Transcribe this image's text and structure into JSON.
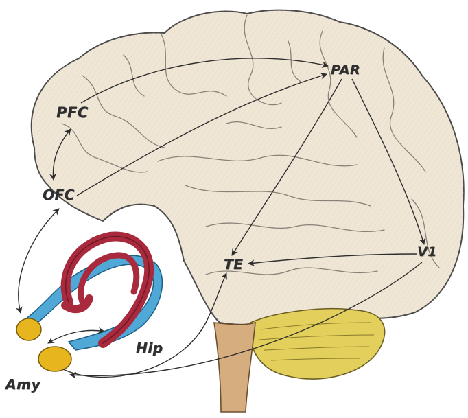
{
  "diagram": {
    "nodes": {
      "pfc": "PFC",
      "ofc": "OFC",
      "par": "PAR",
      "te": "TE",
      "v1": "V1",
      "hip": "Hip",
      "amy": "Amy"
    },
    "connections": [
      {
        "from": "PFC",
        "to": "OFC",
        "direction": "bidirectional"
      },
      {
        "from": "PFC",
        "to": "PAR",
        "direction": "to"
      },
      {
        "from": "OFC",
        "to": "PAR",
        "direction": "to"
      },
      {
        "from": "PAR",
        "to": "TE",
        "direction": "to"
      },
      {
        "from": "PAR",
        "to": "V1",
        "direction": "to"
      },
      {
        "from": "V1",
        "to": "TE",
        "direction": "to"
      },
      {
        "from": "OFC",
        "to": "Amy",
        "direction": "bidirectional"
      },
      {
        "from": "Amy",
        "to": "TE",
        "direction": "to"
      },
      {
        "from": "V1",
        "to": "Amy",
        "direction": "to"
      },
      {
        "from": "Amy",
        "to": "Hip",
        "direction": "bidirectional"
      }
    ],
    "colors": {
      "brain_fill": "#efe6d6",
      "brain_outline": "#4a4a4a",
      "cerebellum": "#e2cf5c",
      "brainstem": "#d6ad7e",
      "fornix": "#a82a3c",
      "hippocampus": "#4fa8d6",
      "amygdala": "#e7b51d",
      "arrow": "#2e2e2e"
    }
  }
}
